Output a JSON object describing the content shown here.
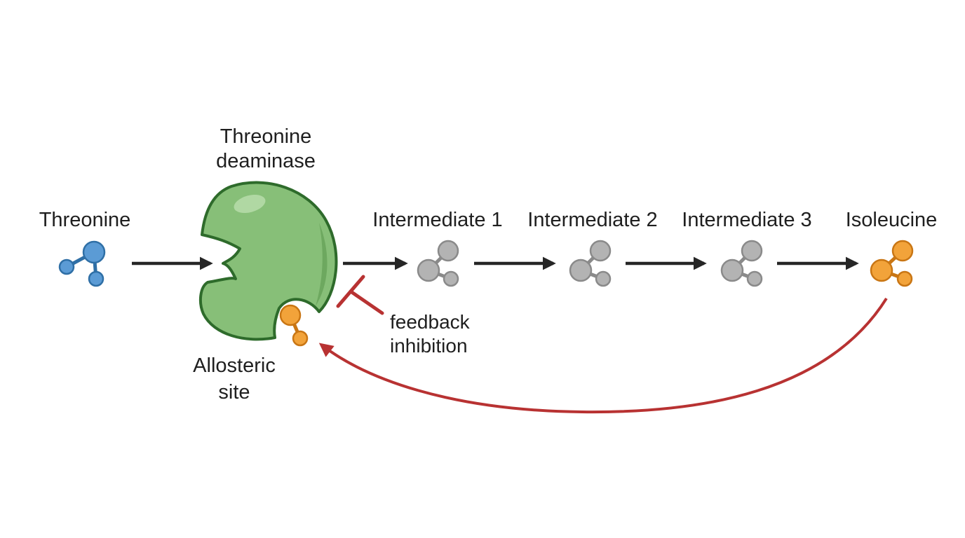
{
  "diagram": {
    "labels": {
      "threonine": "Threonine",
      "enzyme_line1": "Threonine",
      "enzyme_line2": "deaminase",
      "intermediate1": "Intermediate 1",
      "intermediate2": "Intermediate 2",
      "intermediate3": "Intermediate 3",
      "isoleucine": "Isoleucine",
      "allosteric_line1": "Allosteric",
      "allosteric_line2": "site",
      "feedback_line1": "feedback",
      "feedback_line2": "inhibition"
    },
    "colors": {
      "threonine": "#5b9bd5",
      "threonine_stroke": "#2f6fa6",
      "enzyme_fill": "#87bf78",
      "enzyme_stroke": "#2e6b2b",
      "intermediate": "#b3b3b3",
      "intermediate_stroke": "#8a8a8a",
      "isoleucine": "#f2a33a",
      "isoleucine_stroke": "#c97614",
      "arrow": "#262626",
      "inhibition": "#b83232"
    },
    "icons": {
      "molecule": "molecule-icon",
      "enzyme": "enzyme-icon",
      "inhibition": "inhibition-bar-icon"
    }
  }
}
